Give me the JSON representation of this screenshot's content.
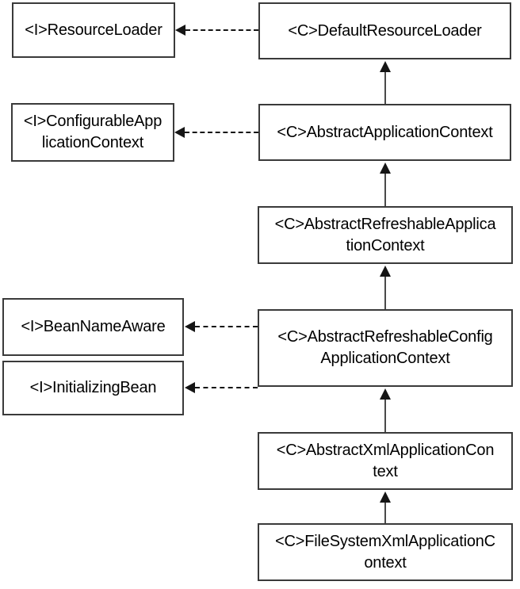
{
  "diagram": {
    "kind": "uml-class-diagram",
    "colors": {
      "background": "#ffffff",
      "node_border": "#3a3a3a",
      "node_fill": "#ffffff",
      "text": "#000000",
      "solid_arrow_line": "#4a4a4a",
      "arrow_head": "#151515",
      "dashed_arrow": "#151515"
    },
    "nodes": [
      {
        "id": "resource-loader",
        "kind": "interface",
        "label": "<I>ResourceLoader",
        "lines": [
          "<I>ResourceLoader"
        ]
      },
      {
        "id": "default-resource-loader",
        "kind": "class",
        "label": "<C>DefaultResourceLoader",
        "lines": [
          "<C>DefaultResourceLoader"
        ]
      },
      {
        "id": "configurable-application-context",
        "kind": "interface",
        "label": "<I>ConfigurableApplicationContext",
        "lines": [
          "<I>ConfigurableApp",
          "licationContext"
        ]
      },
      {
        "id": "abstract-application-context",
        "kind": "class",
        "label": "<C>AbstractApplicationContext",
        "lines": [
          "<C>AbstractApplicationContext"
        ]
      },
      {
        "id": "abstract-refreshable-application-context",
        "kind": "class",
        "label": "<C>AbstractRefreshableApplicationContext",
        "lines": [
          "<C>AbstractRefreshableApplica",
          "tionContext"
        ]
      },
      {
        "id": "bean-name-aware",
        "kind": "interface",
        "label": "<I>BeanNameAware",
        "lines": [
          "<I>BeanNameAware"
        ]
      },
      {
        "id": "initializing-bean",
        "kind": "interface",
        "label": "<I>InitializingBean",
        "lines": [
          "<I>InitializingBean"
        ]
      },
      {
        "id": "abstract-refreshable-config-application-context",
        "kind": "class",
        "label": "<C>AbstractRefreshableConfigApplicationContext",
        "lines": [
          "<C>AbstractRefreshableConfig",
          "ApplicationContext"
        ]
      },
      {
        "id": "abstract-xml-application-context",
        "kind": "class",
        "label": "<C>AbstractXmlApplicationContext",
        "lines": [
          "<C>AbstractXmlApplicationCon",
          "text"
        ]
      },
      {
        "id": "file-system-xml-application-context",
        "kind": "class",
        "label": "<C>FileSystemXmlApplicationContext",
        "lines": [
          "<C>FileSystemXmlApplicationC",
          "ontext"
        ]
      }
    ],
    "edges": [
      {
        "from": "default-resource-loader",
        "to": "resource-loader",
        "type": "dashed-implements",
        "direction": "left"
      },
      {
        "from": "abstract-application-context",
        "to": "default-resource-loader",
        "type": "solid-extends",
        "direction": "up"
      },
      {
        "from": "abstract-application-context",
        "to": "configurable-application-context",
        "type": "dashed-implements",
        "direction": "left"
      },
      {
        "from": "abstract-refreshable-application-context",
        "to": "abstract-application-context",
        "type": "solid-extends",
        "direction": "up"
      },
      {
        "from": "abstract-refreshable-config-application-context",
        "to": "abstract-refreshable-application-context",
        "type": "solid-extends",
        "direction": "up"
      },
      {
        "from": "abstract-refreshable-config-application-context",
        "to": "bean-name-aware",
        "type": "dashed-implements",
        "direction": "left"
      },
      {
        "from": "abstract-refreshable-config-application-context",
        "to": "initializing-bean",
        "type": "dashed-implements",
        "direction": "left"
      },
      {
        "from": "abstract-xml-application-context",
        "to": "abstract-refreshable-config-application-context",
        "type": "solid-extends",
        "direction": "up"
      },
      {
        "from": "file-system-xml-application-context",
        "to": "abstract-xml-application-context",
        "type": "solid-extends",
        "direction": "up"
      }
    ]
  }
}
